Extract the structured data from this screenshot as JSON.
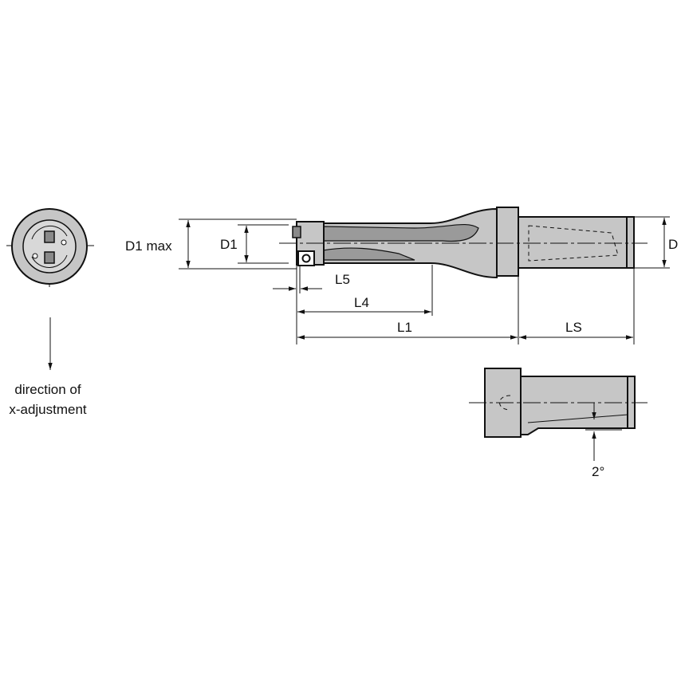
{
  "labels": {
    "d1_max": "D1 max",
    "d1": "D1",
    "d": "D",
    "l5": "L5",
    "l4": "L4",
    "l1": "L1",
    "ls": "LS",
    "angle": "2°",
    "direction_line1": "direction of",
    "direction_line2": "x-adjustment"
  }
}
